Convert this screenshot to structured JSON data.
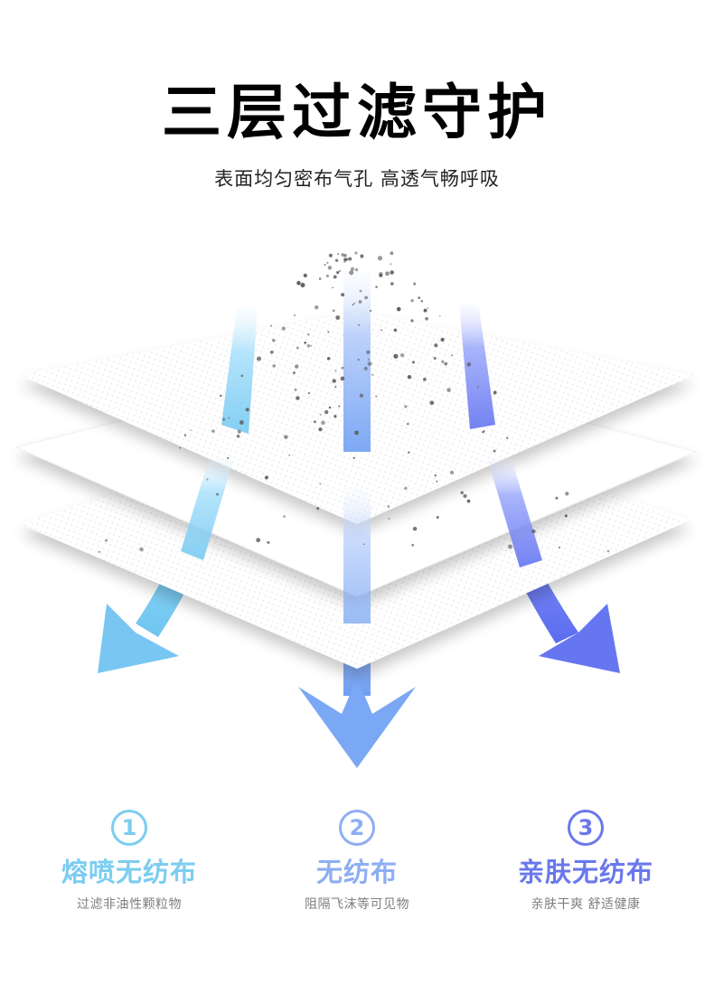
{
  "header": {
    "title": "三层过滤守护",
    "subtitle": "表面均匀密布气孔 高透气畅呼吸"
  },
  "features": [
    {
      "number": "1",
      "name": "熔喷无纺布",
      "desc": "过滤非油性颗粒物",
      "color": "#7ccdf0"
    },
    {
      "number": "2",
      "name": "无纺布",
      "desc": "阻隔飞沫等可见物",
      "color": "#8eaef2"
    },
    {
      "number": "3",
      "name": "亲肤无纺布",
      "desc": "亲肤干爽 舒适健康",
      "color": "#6a78ec"
    }
  ],
  "colors": {
    "arrow_left": "#7ccdf0",
    "arrow_center": "#8aacf5",
    "arrow_right": "#6474f0",
    "particles": "#5a5a5a"
  }
}
